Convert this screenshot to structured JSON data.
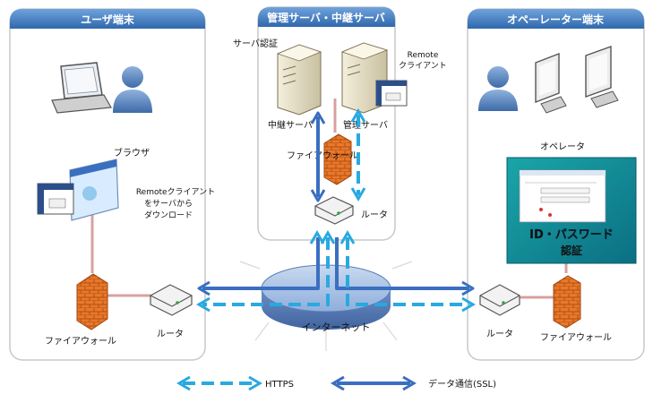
{
  "panels": {
    "user": {
      "title": "ユーザ端末"
    },
    "server": {
      "title": "管理サーバ・中継サーバ"
    },
    "operator": {
      "title": "オペーレーター端末"
    }
  },
  "labels": {
    "server_auth": "サーバ認証",
    "remote_client_line1": "Remote",
    "remote_client_line2": "クライアント",
    "relay_server": "中継サーバ",
    "management_server": "管理サーバ",
    "server_firewall": "ファイアウォール",
    "server_router": "ルータ",
    "browser": "ブラウザ",
    "download_line1": "Remoteクライアント",
    "download_line2": "をサーバから",
    "download_line3": "ダウンロード",
    "user_firewall": "ファイアウォール",
    "user_router": "ルータ",
    "internet": "インターネット",
    "operator": "オペレータ",
    "id_password_line1": "ID・パスワード",
    "id_password_line2": "認証",
    "operator_router": "ルータ",
    "operator_firewall": "ファイアウォール"
  },
  "legend": {
    "https": "HTTPS",
    "ssl": "データ通信(SSL)"
  },
  "colors": {
    "panel_header": "#4e86c6",
    "https_line": "#29a9e0",
    "ssl_line": "#3a6fc0",
    "link_line": "#d9a0a0",
    "firewall": "#e8782a",
    "internet_disc": "#8eaedb"
  }
}
